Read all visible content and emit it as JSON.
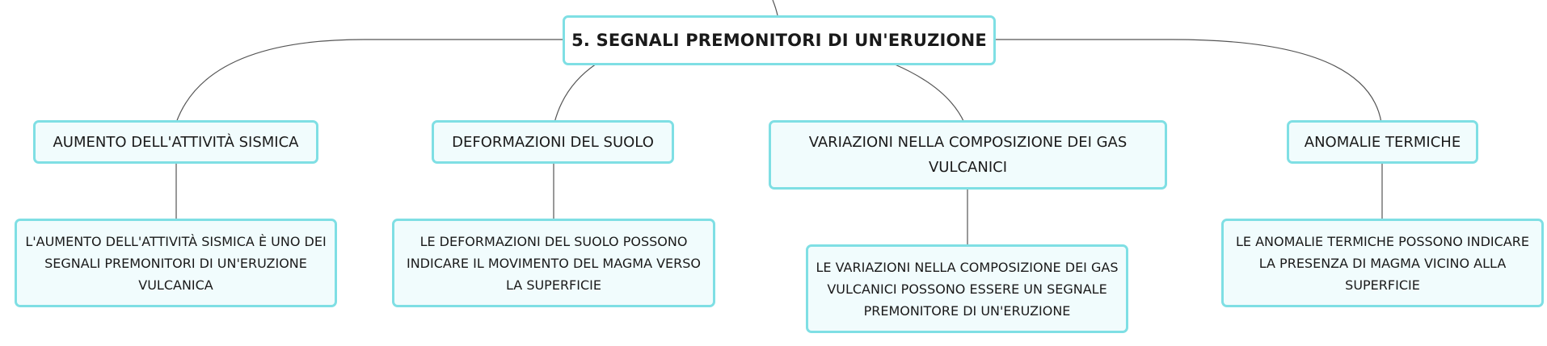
{
  "mindmap": {
    "central_topic": "5. SEGNALI PREMONITORI DI UN'ERUZIONE",
    "branches": [
      {
        "topic": "AUMENTO DELL'ATTIVITÀ SISMICA",
        "detail": "L'AUMENTO DELL'ATTIVITÀ SISMICA È UNO DEI SEGNALI PREMONITORI DI UN'ERUZIONE VULCANICA"
      },
      {
        "topic": "DEFORMAZIONI DEL SUOLO",
        "detail": "LE DEFORMAZIONI DEL SUOLO POSSONO INDICARE IL MOVIMENTO DEL MAGMA VERSO LA SUPERFICIE"
      },
      {
        "topic": "VARIAZIONI NELLA COMPOSIZIONE DEI GAS VULCANICI",
        "detail": "LE VARIAZIONI NELLA COMPOSIZIONE DEI GAS VULCANICI POSSONO ESSERE UN SEGNALE PREMONITORE DI UN'ERUZIONE"
      },
      {
        "topic": "ANOMALIE TERMICHE",
        "detail": "LE ANOMALIE TERMICHE POSSONO INDICARE LA PRESENZA DI MAGMA VICINO ALLA SUPERFICIE"
      }
    ],
    "colors": {
      "node_border": "#7fdfe4",
      "node_fill": "#f1fcfd",
      "connector": "#555555"
    }
  }
}
